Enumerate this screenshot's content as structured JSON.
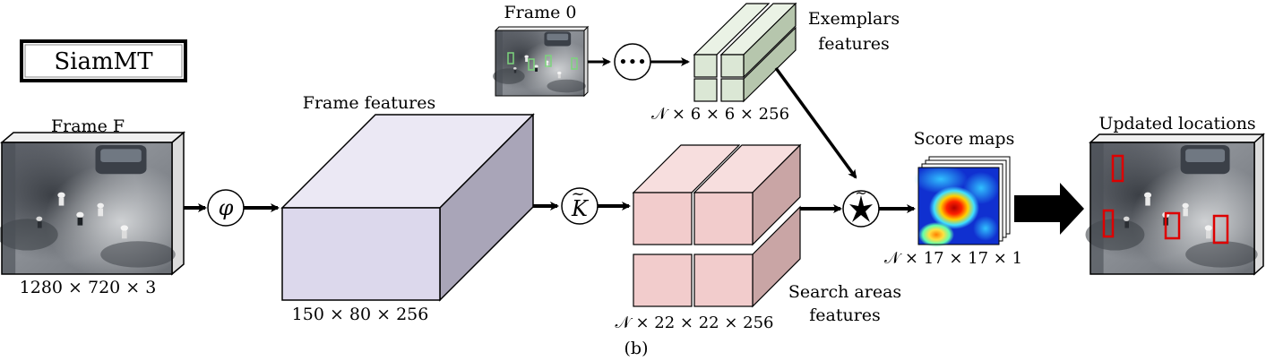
{
  "model_name": "SiamMT",
  "frame_f": {
    "title": "Frame F",
    "size": "1280 × 720 × 3"
  },
  "frame_0": {
    "title": "Frame  0"
  },
  "ops": {
    "phi": "φ",
    "kernel": "K",
    "kernel_mark": "~",
    "corr_mark": "~",
    "ellipsis": "•••"
  },
  "frame_features": {
    "title": "Frame features",
    "size": "150 × 80 × 256"
  },
  "exemplars": {
    "title_line1": "Exemplars",
    "title_line2": "features",
    "size": "𝒩 × 6 × 6 × 256"
  },
  "search_areas": {
    "title_line1": "Search areas",
    "title_line2": "features",
    "size": "𝒩 × 22 × 22 × 256"
  },
  "score_maps": {
    "title": "Score maps",
    "size": "𝒩 × 17 × 17 × 1"
  },
  "updated": {
    "title": "Updated locations"
  },
  "caption": "(b)",
  "colors": {
    "frame_features_front": "#dcd8ec",
    "frame_features_top": "#ebe8f4",
    "frame_features_side": "#a9a5b8",
    "exemplar_front": "#dbe7d5",
    "exemplar_top": "#eaf2e5",
    "exemplar_side": "#b6c6ad",
    "search_front": "#f2cccc",
    "search_top": "#f7dede",
    "search_side": "#c9a5a5",
    "box_red": "#dd0000",
    "box_green": "#7cd47c"
  }
}
